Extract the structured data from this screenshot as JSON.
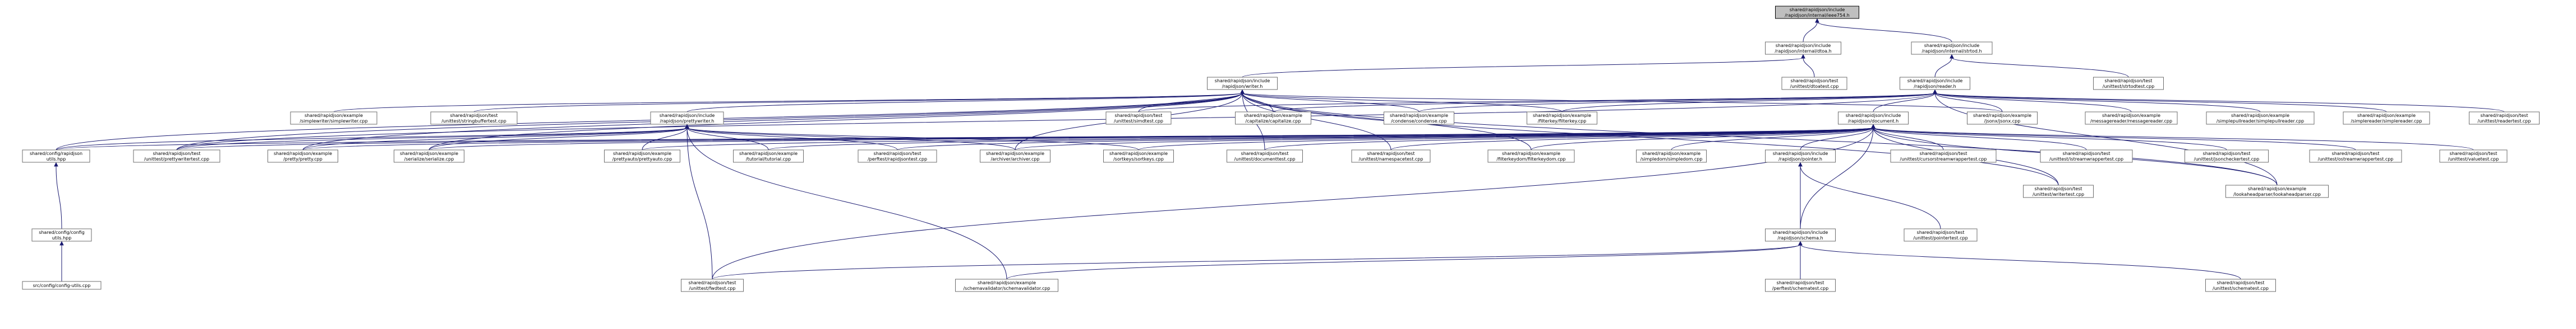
{
  "root": "rdi",
  "nodes": [
    {
      "id": "rdi",
      "lines": [
        "shared/rapidjson/include",
        "/rapidjson/internal/ieee754.h"
      ]
    },
    {
      "id": "dtoa",
      "lines": [
        "shared/rapidjson/include",
        "/rapidjson/internal/dtoa.h"
      ]
    },
    {
      "id": "strtod",
      "lines": [
        "shared/rapidjson/include",
        "/rapidjson/internal/strtod.h"
      ]
    },
    {
      "id": "writer",
      "lines": [
        "shared/rapidjson/include",
        "/rapidjson/writer.h"
      ]
    },
    {
      "id": "dtoatest",
      "lines": [
        "shared/rapidjson/test",
        "/unittest/dtoatest.cpp"
      ]
    },
    {
      "id": "reader",
      "lines": [
        "shared/rapidjson/include",
        "/rapidjson/reader.h"
      ]
    },
    {
      "id": "strtodtest",
      "lines": [
        "shared/rapidjson/test",
        "/unittest/strtodtest.cpp"
      ]
    },
    {
      "id": "simplewriter",
      "lines": [
        "shared/rapidjson/example",
        "/simplewriter/simplewriter.cpp"
      ]
    },
    {
      "id": "stringbuffertest",
      "lines": [
        "shared/rapidjson/test",
        "/unittest/stringbuffertest.cpp"
      ]
    },
    {
      "id": "prettywriter",
      "lines": [
        "shared/rapidjson/include",
        "/rapidjson/prettywriter.h"
      ]
    },
    {
      "id": "simdtest",
      "lines": [
        "shared/rapidjson/test",
        "/unittest/simdtest.cpp"
      ]
    },
    {
      "id": "capitalize",
      "lines": [
        "shared/rapidjson/example",
        "/capitalize/capitalize.cpp"
      ]
    },
    {
      "id": "condense",
      "lines": [
        "shared/rapidjson/example",
        "/condense/condense.cpp"
      ]
    },
    {
      "id": "filterkey",
      "lines": [
        "shared/rapidjson/example",
        "/filterkey/filterkey.cpp"
      ]
    },
    {
      "id": "document",
      "lines": [
        "shared/rapidjson/include",
        "/rapidjson/document.h"
      ]
    },
    {
      "id": "jsonx",
      "lines": [
        "shared/rapidjson/example",
        "/jsonx/jsonx.cpp"
      ]
    },
    {
      "id": "messagereader",
      "lines": [
        "shared/rapidjson/example",
        "/messagereader/messagereader.cpp"
      ]
    },
    {
      "id": "simplepullreader",
      "lines": [
        "shared/rapidjson/example",
        "/simplepullreader/simplepullreader.cpp"
      ]
    },
    {
      "id": "simplereader",
      "lines": [
        "shared/rapidjson/example",
        "/simplereader/simplereader.cpp"
      ]
    },
    {
      "id": "readertest",
      "lines": [
        "shared/rapidjson/test",
        "/unittest/readertest.cpp"
      ]
    },
    {
      "id": "configjsonutils",
      "lines": [
        "shared/config/rapidjson",
        "utils.hpp"
      ]
    },
    {
      "id": "prettywritertest",
      "lines": [
        "shared/rapidjson/test",
        "/unittest/prettywritertest.cpp"
      ]
    },
    {
      "id": "pretty",
      "lines": [
        "shared/rapidjson/example",
        "/pretty/pretty.cpp"
      ]
    },
    {
      "id": "serialize",
      "lines": [
        "shared/rapidjson/example",
        "/serialize/serialize.cpp"
      ]
    },
    {
      "id": "prettyauto",
      "lines": [
        "shared/rapidjson/example",
        "/prettyauto/prettyauto.cpp"
      ]
    },
    {
      "id": "tutorial",
      "lines": [
        "shared/rapidjson/example",
        "/tutorial/tutorial.cpp"
      ]
    },
    {
      "id": "perfrapidjsontest",
      "lines": [
        "shared/rapidjson/test",
        "/perftest/rapidjsontest.cpp"
      ]
    },
    {
      "id": "archiver",
      "lines": [
        "shared/rapidjson/example",
        "/archiver/archiver.cpp"
      ]
    },
    {
      "id": "sortkeys",
      "lines": [
        "shared/rapidjson/example",
        "/sortkeys/sortkeys.cpp"
      ]
    },
    {
      "id": "documenttest",
      "lines": [
        "shared/rapidjson/test",
        "/unittest/documenttest.cpp"
      ]
    },
    {
      "id": "namespacetest",
      "lines": [
        "shared/rapidjson/test",
        "/unittest/namespacetest.cpp"
      ]
    },
    {
      "id": "filterkeydom",
      "lines": [
        "shared/rapidjson/example",
        "/filterkeydom/filterkeydom.cpp"
      ]
    },
    {
      "id": "simpledom",
      "lines": [
        "shared/rapidjson/example",
        "/simpledom/simpledom.cpp"
      ]
    },
    {
      "id": "pointer",
      "lines": [
        "shared/rapidjson/include",
        "/rapidjson/pointer.h"
      ]
    },
    {
      "id": "cursorstreamwrapper",
      "lines": [
        "shared/rapidjson/test",
        "/unittest/cursorstreamwrappertest.cpp"
      ]
    },
    {
      "id": "istreamwrapper",
      "lines": [
        "shared/rapidjson/test",
        "/unittest/istreamwrappertest.cpp"
      ]
    },
    {
      "id": "jsoncheckertest",
      "lines": [
        "shared/rapidjson/test",
        "/unittest/jsoncheckertest.cpp"
      ]
    },
    {
      "id": "ostreamwrapper",
      "lines": [
        "shared/rapidjson/test",
        "/unittest/ostreamwrappertest.cpp"
      ]
    },
    {
      "id": "valuetest",
      "lines": [
        "shared/rapidjson/test",
        "/unittest/valuetest.cpp"
      ]
    },
    {
      "id": "writertest",
      "lines": [
        "shared/rapidjson/test",
        "/unittest/writertest.cpp"
      ]
    },
    {
      "id": "lookaheadparser",
      "lines": [
        "shared/rapidjson/example",
        "/lookaheadparser/lookaheadparser.cpp"
      ]
    },
    {
      "id": "configutils",
      "lines": [
        "shared/config/config",
        "utils.hpp"
      ]
    },
    {
      "id": "pointertest",
      "lines": [
        "shared/rapidjson/test",
        "/unittest/pointertest.cpp"
      ]
    },
    {
      "id": "schema",
      "lines": [
        "shared/rapidjson/include",
        "/rapidjson/schema.h"
      ]
    },
    {
      "id": "configutilscpp",
      "lines": [
        "src/config/config-utils.cpp"
      ]
    },
    {
      "id": "fwdtest",
      "lines": [
        "shared/rapidjson/test",
        "/unittest/fwdtest.cpp"
      ]
    },
    {
      "id": "schemavalidator",
      "lines": [
        "shared/rapidjson/example",
        "/schemavalidator/schemavalidator.cpp"
      ]
    },
    {
      "id": "perfschematest",
      "lines": [
        "shared/rapidjson/test",
        "/perftest/schematest.cpp"
      ]
    },
    {
      "id": "schematest",
      "lines": [
        "shared/rapidjson/test",
        "/unittest/schematest.cpp"
      ]
    }
  ],
  "edges": [
    [
      "rdi",
      "dtoa"
    ],
    [
      "rdi",
      "strtod"
    ],
    [
      "dtoa",
      "writer"
    ],
    [
      "dtoa",
      "dtoatest"
    ],
    [
      "strtod",
      "reader"
    ],
    [
      "strtod",
      "strtodtest"
    ],
    [
      "writer",
      "simplewriter"
    ],
    [
      "writer",
      "stringbuffertest"
    ],
    [
      "writer",
      "prettywriter"
    ],
    [
      "writer",
      "simdtest"
    ],
    [
      "writer",
      "capitalize"
    ],
    [
      "writer",
      "condense"
    ],
    [
      "writer",
      "filterkey"
    ],
    [
      "writer",
      "jsonx"
    ],
    [
      "writer",
      "configjsonutils"
    ],
    [
      "writer",
      "prettywritertest"
    ],
    [
      "writer",
      "pretty"
    ],
    [
      "writer",
      "serialize"
    ],
    [
      "writer",
      "archiver"
    ],
    [
      "writer",
      "documenttest"
    ],
    [
      "writer",
      "namespacetest"
    ],
    [
      "writer",
      "filterkeydom"
    ],
    [
      "writer",
      "writertest"
    ],
    [
      "writer",
      "lookaheadparser"
    ],
    [
      "reader",
      "document"
    ],
    [
      "reader",
      "simdtest"
    ],
    [
      "reader",
      "capitalize"
    ],
    [
      "reader",
      "condense"
    ],
    [
      "reader",
      "filterkey"
    ],
    [
      "reader",
      "jsonx"
    ],
    [
      "reader",
      "messagereader"
    ],
    [
      "reader",
      "simplepullreader"
    ],
    [
      "reader",
      "simplereader"
    ],
    [
      "reader",
      "readertest"
    ],
    [
      "reader",
      "prettywritertest"
    ],
    [
      "reader",
      "lookaheadparser"
    ],
    [
      "prettywriter",
      "configjsonutils"
    ],
    [
      "prettywriter",
      "prettywritertest"
    ],
    [
      "prettywriter",
      "pretty"
    ],
    [
      "prettywriter",
      "serialize"
    ],
    [
      "prettywriter",
      "prettyauto"
    ],
    [
      "prettywriter",
      "tutorial"
    ],
    [
      "prettywriter",
      "perfrapidjsontest"
    ],
    [
      "prettywriter",
      "archiver"
    ],
    [
      "prettywriter",
      "sortkeys"
    ],
    [
      "prettywriter",
      "schemavalidator"
    ],
    [
      "prettywriter",
      "fwdtest"
    ],
    [
      "document",
      "configjsonutils"
    ],
    [
      "document",
      "prettywritertest"
    ],
    [
      "document",
      "pretty"
    ],
    [
      "document",
      "serialize"
    ],
    [
      "document",
      "prettyauto"
    ],
    [
      "document",
      "tutorial"
    ],
    [
      "document",
      "perfrapidjsontest"
    ],
    [
      "document",
      "archiver"
    ],
    [
      "document",
      "sortkeys"
    ],
    [
      "document",
      "documenttest"
    ],
    [
      "document",
      "namespacetest"
    ],
    [
      "document",
      "filterkeydom"
    ],
    [
      "document",
      "simpledom"
    ],
    [
      "document",
      "pointer"
    ],
    [
      "document",
      "cursorstreamwrapper"
    ],
    [
      "document",
      "istreamwrapper"
    ],
    [
      "document",
      "jsoncheckertest"
    ],
    [
      "document",
      "ostreamwrapper"
    ],
    [
      "document",
      "valuetest"
    ],
    [
      "document",
      "writertest"
    ],
    [
      "document",
      "lookaheadparser"
    ],
    [
      "document",
      "schema"
    ],
    [
      "document",
      "fwdtest"
    ],
    [
      "pointer",
      "pointertest"
    ],
    [
      "pointer",
      "schema"
    ],
    [
      "configjsonutils",
      "configutils"
    ],
    [
      "configutils",
      "configutilscpp"
    ],
    [
      "schema",
      "fwdtest"
    ],
    [
      "schema",
      "schemavalidator"
    ],
    [
      "schema",
      "perfschematest"
    ],
    [
      "schema",
      "schematest"
    ]
  ]
}
